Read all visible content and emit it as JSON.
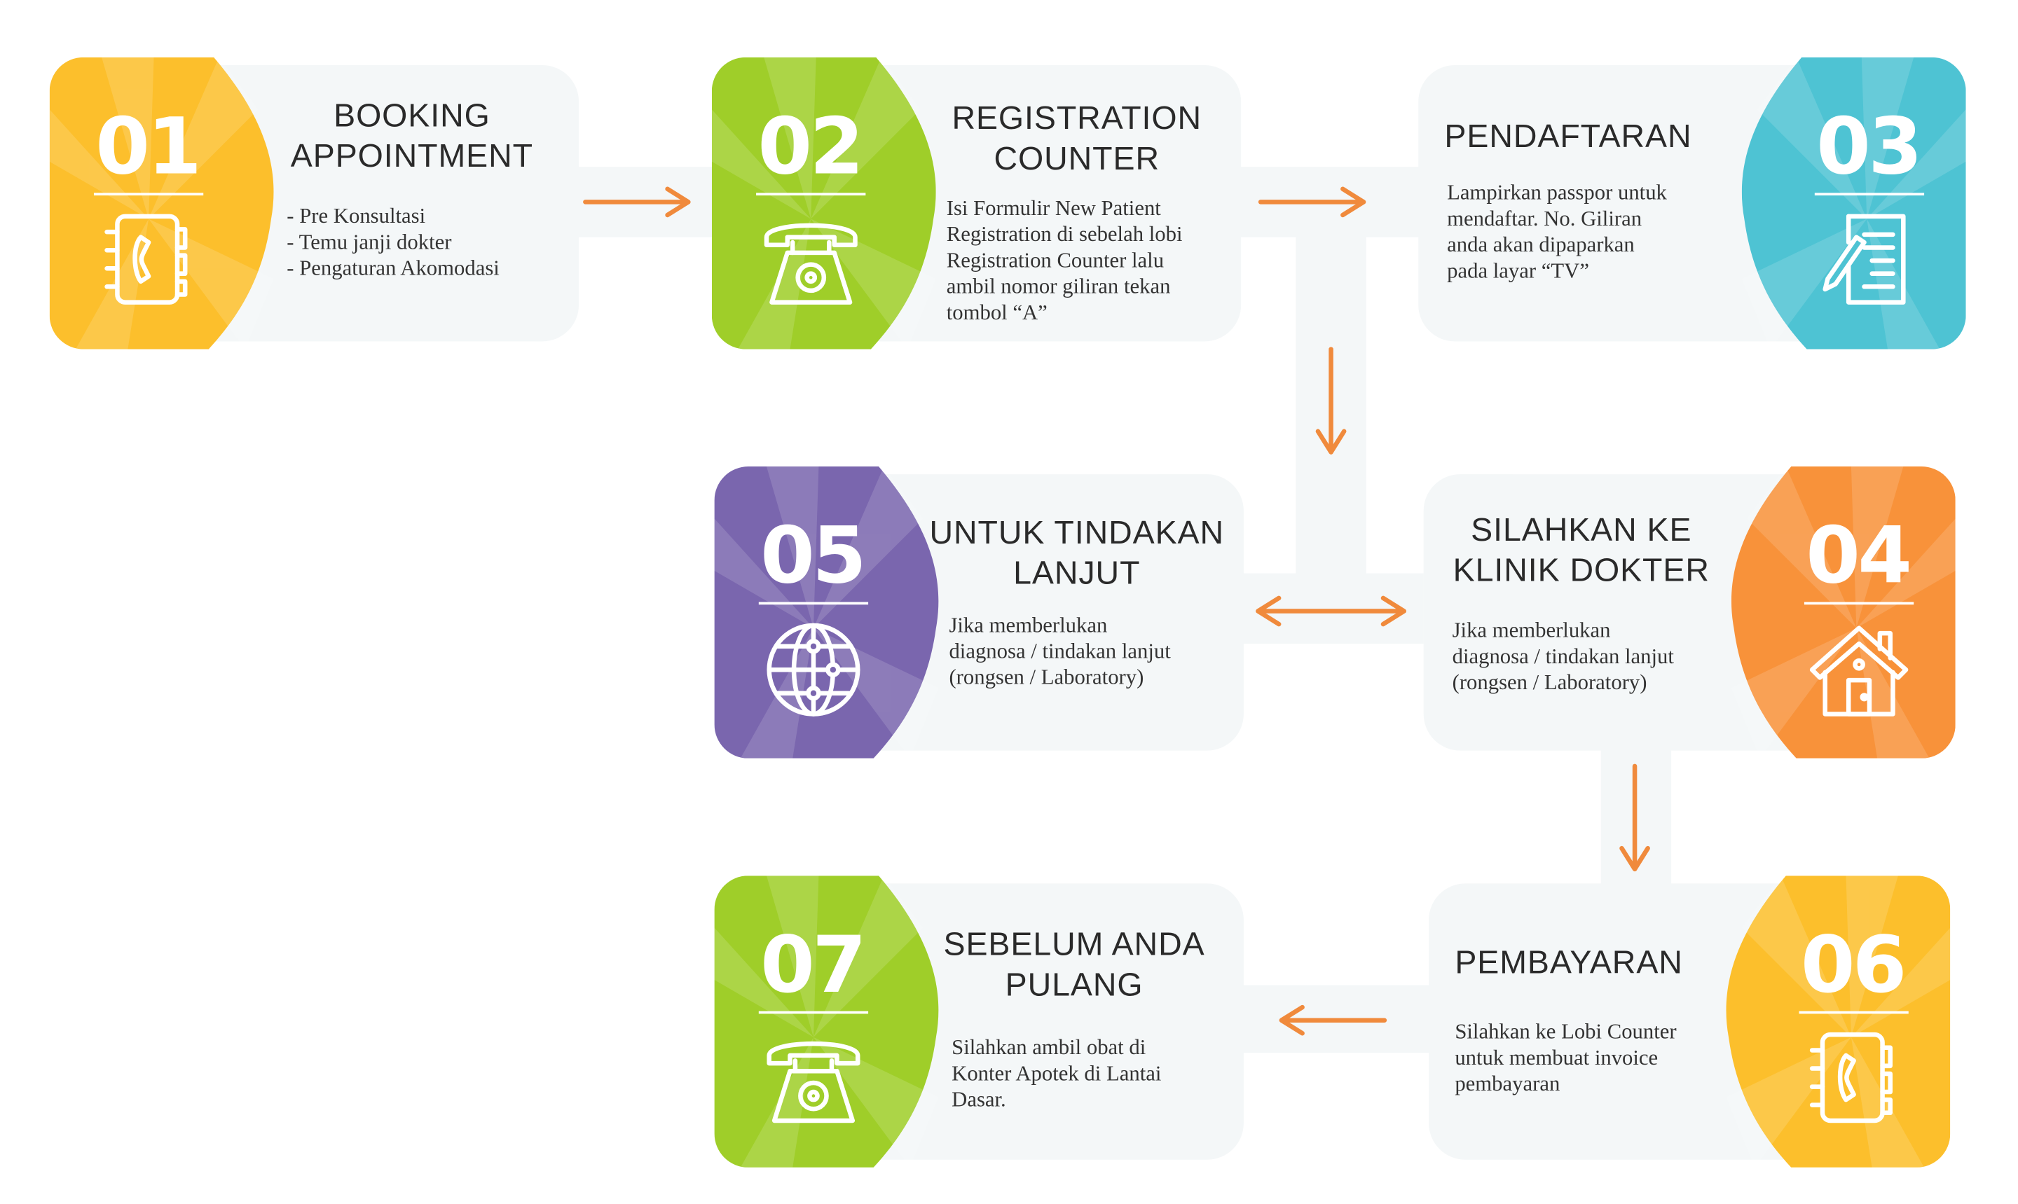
{
  "colors": {
    "step01": "#fcbf2c",
    "step02": "#9fce29",
    "step03": "#4ec3d3",
    "step04": "#f8923a",
    "step05": "#7a66ae",
    "step06": "#fcbf2c",
    "step07": "#9fce29",
    "arrow": "#f08a3c",
    "panel": "#f4f7f8"
  },
  "steps": [
    {
      "number": "01",
      "title": "BOOKING\nAPPOINTMENT",
      "icon": "address-book-phone-icon",
      "description": "- Pre Konsultasi\n- Temu janji dokter\n- Pengaturan Akomodasi"
    },
    {
      "number": "02",
      "title": "REGISTRATION\nCOUNTER",
      "icon": "telephone-icon",
      "description": "Isi Formulir New Patient\nRegistration di sebelah lobi\nRegistration Counter lalu\nambil nomor giliran tekan\ntombol “A”"
    },
    {
      "number": "03",
      "title": "PENDAFTARAN",
      "icon": "document-pen-icon",
      "description": "Lampirkan passpor untuk\nmendaftar. No. Giliran\nanda akan dipaparkan\npada layar “TV”"
    },
    {
      "number": "04",
      "title": "SILAHKAN KE\nKLINIK DOKTER",
      "icon": "house-icon",
      "description": "Jika memberlukan\ndiagnosa / tindakan lanjut\n(rongsen / Laboratory)"
    },
    {
      "number": "05",
      "title": "UNTUK TINDAKAN\nLANJUT",
      "icon": "globe-icon",
      "description": "Jika memberlukan\ndiagnosa / tindakan lanjut\n(rongsen / Laboratory)"
    },
    {
      "number": "06",
      "title": "PEMBAYARAN",
      "icon": "address-book-phone-icon",
      "description": "Silahkan ke Lobi Counter\nuntuk membuat invoice\npembayaran"
    },
    {
      "number": "07",
      "title": "SEBELUM ANDA\nPULANG",
      "icon": "telephone-icon",
      "description": "Silahkan ambil obat di\nKonter Apotek di Lantai\nDasar."
    }
  ]
}
